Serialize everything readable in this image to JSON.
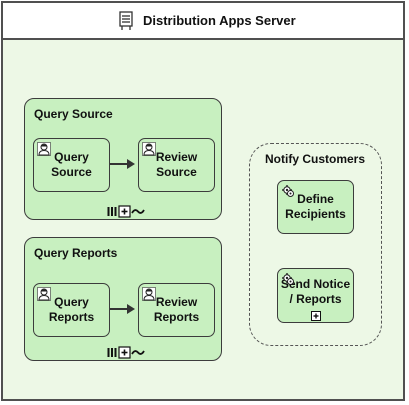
{
  "pool": {
    "title": "Distribution Apps Server",
    "icon": "server-icon"
  },
  "subprocesses": [
    {
      "title": "Query Source",
      "tasks": [
        "Query\nSource",
        "Review\nSource"
      ]
    },
    {
      "title": "Query Reports",
      "tasks": [
        "Query\nReports",
        "Review\nReports"
      ]
    }
  ],
  "group": {
    "title": "Notify Customers",
    "tasks": [
      "Define\nRecipients",
      "Send Notice\n/ Reports"
    ]
  },
  "colors": {
    "pool_bg": "#edf8e6",
    "task_fill": "#c8f0c0",
    "stroke": "#3c3c3c"
  }
}
